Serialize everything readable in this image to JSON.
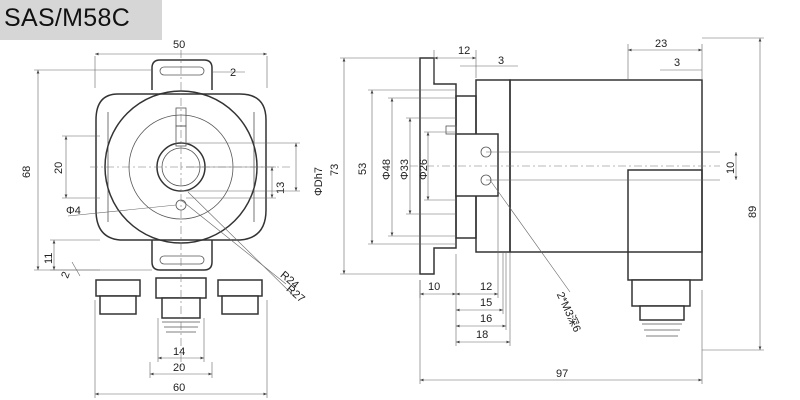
{
  "title": "SAS/M58C",
  "front_view": {
    "width_top": "50",
    "dim_2_top": "2",
    "height_68": "68",
    "dim_20_left": "20",
    "dim_13": "13",
    "shaft_dia": "ΦDh7",
    "hole_dia": "Φ4",
    "dim_11": "11",
    "dim_2_bottom": "2",
    "radius_24": "R24",
    "radius_27": "R27",
    "dim_14": "14",
    "dim_20_bottom": "20",
    "width_60": "60"
  },
  "side_view": {
    "dim_12_top": "12",
    "dim_3_left": "3",
    "dim_23": "23",
    "dim_3_right": "3",
    "dim_73": "73",
    "dim_53": "53",
    "dia_48": "Φ48",
    "dia_33": "Φ33",
    "dia_26": "Φ26",
    "dim_10_right": "10",
    "dim_89": "89",
    "dim_10_bottom": "10",
    "dim_12_bottom": "12",
    "dim_15": "15",
    "dim_16": "16",
    "dim_18": "18",
    "thread_note": "2*M3深6",
    "dim_97": "97"
  }
}
